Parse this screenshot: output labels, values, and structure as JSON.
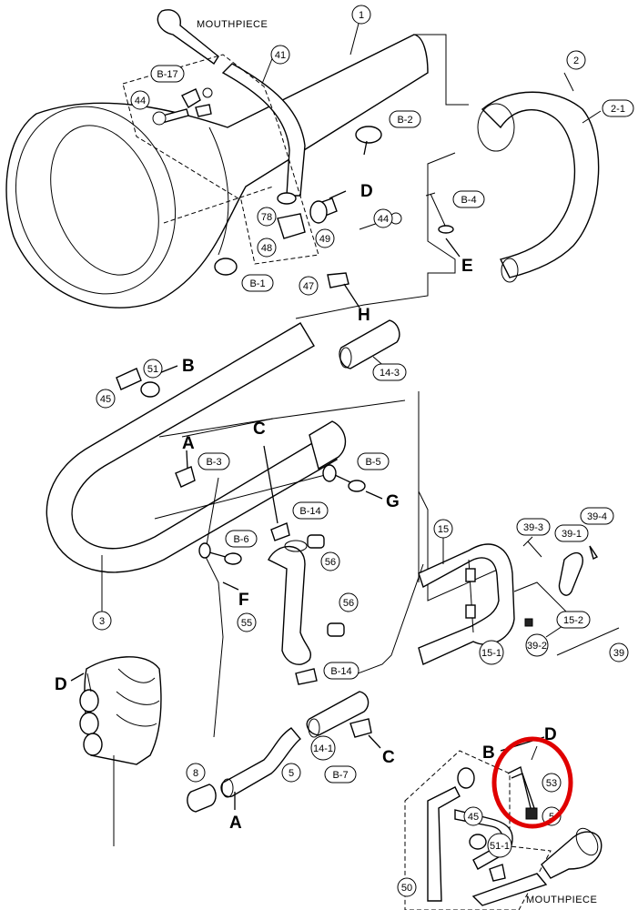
{
  "diagram": {
    "callouts": {
      "c1": "1",
      "c2": "2",
      "c2_1": "2-1",
      "c3": "3",
      "c5": "5",
      "c8": "8",
      "c14_1": "14-1",
      "c14_3": "14-3",
      "c15": "15",
      "c15_1": "15-1",
      "c15_2": "15-2",
      "c39": "39",
      "c39_1": "39-1",
      "c39_2": "39-2",
      "c39_3": "39-3",
      "c39_4": "39-4",
      "c41": "41",
      "c44a": "44",
      "c44b": "44",
      "c45a": "45",
      "c45b": "45",
      "c47": "47",
      "c48": "48",
      "c49": "49",
      "c50": "50",
      "c51": "51",
      "c51_1": "51-1",
      "c53": "53",
      "c55": "55",
      "c56a": "56",
      "c56b": "56",
      "c78": "78",
      "c5x": "5"
    },
    "tags": {
      "b1": "B-1",
      "b2": "B-2",
      "b3": "B-3",
      "b4": "B-4",
      "b5": "B-5",
      "b6": "B-6",
      "b7": "B-7",
      "b14a": "B-14",
      "b14b": "B-14",
      "b17": "B-17"
    },
    "letters": {
      "A1": "A",
      "A2": "A",
      "B1": "B",
      "B2": "B",
      "C1": "C",
      "C2": "C",
      "D1": "D",
      "D2": "D",
      "D3": "D",
      "E": "E",
      "F": "F",
      "G": "G",
      "H": "H"
    },
    "captions": {
      "mouthpiece_top": "MOUTHPIECE",
      "mouthpiece_bottom": "MOUTHPIECE"
    },
    "highlight_color": "#e00000"
  }
}
